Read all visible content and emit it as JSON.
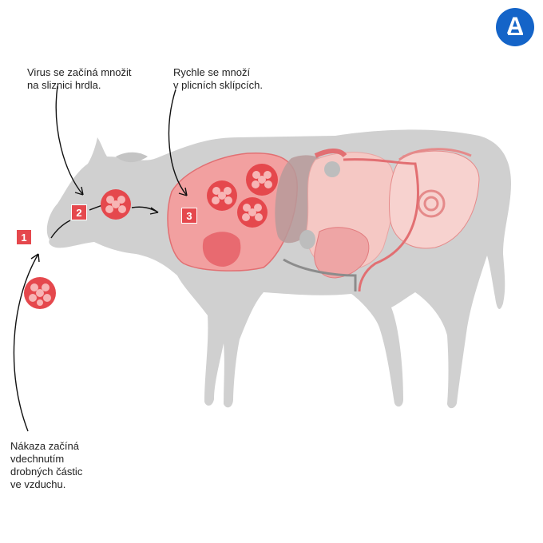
{
  "brand": {
    "logo_letter": "A",
    "logo_color": "#1464c8"
  },
  "colors": {
    "accent": "#e5484d",
    "cow": "#cfcfcf",
    "organ": "#f2b8b8"
  },
  "steps": [
    {
      "number": "1",
      "caption": "Nákaza začíná\nvdechnutím\ndrobných částic\nve vzduchu."
    },
    {
      "number": "2",
      "caption": "Virus se začíná množit\nna sliznici hrdla."
    },
    {
      "number": "3",
      "caption": "Rychle se množí\nv plicních sklípcích."
    }
  ],
  "icons": [
    "virus-cluster-icon"
  ]
}
